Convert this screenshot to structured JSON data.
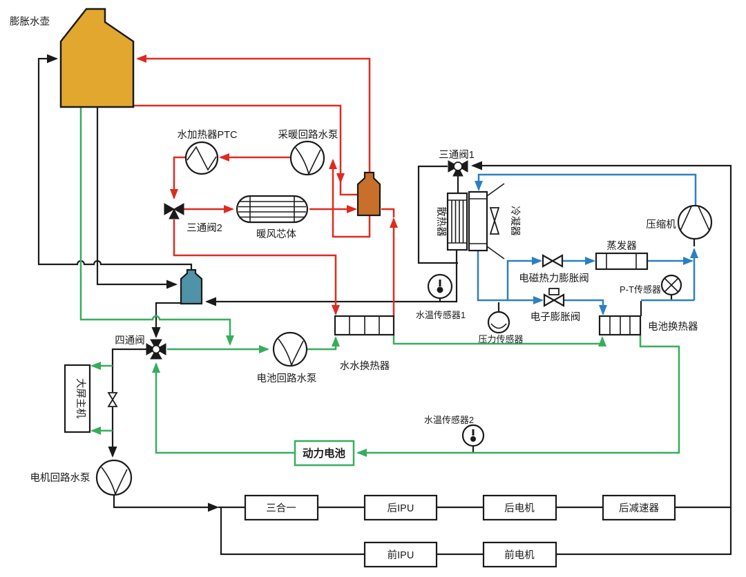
{
  "labels": {
    "expansion_tank": "膨胀水壶",
    "ptc_heater": "水加热器PTC",
    "heating_pump": "采暖回路水泵",
    "three_way_valve_2": "三通阀2",
    "heater_core": "暖风芯体",
    "three_way_valve_1": "三通阀1",
    "radiator": "散热器",
    "condenser": "冷凝器",
    "compressor": "压缩机",
    "evaporator": "蒸发器",
    "em_expansion_valve": "电磁热力膨胀阀",
    "e_expansion_valve": "电子膨胀阀",
    "pt_sensor": "P-T传感器",
    "water_temp_sensor_1": "水温传感器1",
    "pressure_sensor": "压力传感器",
    "battery_hx": "电池换热器",
    "water_water_hx": "水水换热器",
    "battery_pump": "电池回路水泵",
    "four_way_valve": "四通阀",
    "display_host": "大屏主机",
    "motor_pump": "电机回路水泵",
    "power_battery": "动力电池",
    "water_temp_sensor_2": "水温传感器2",
    "three_in_one": "三合一",
    "rear_ipu": "后IPU",
    "rear_motor": "后电机",
    "rear_reducer": "后减速器",
    "front_ipu": "前IPU",
    "front_motor": "前电机"
  },
  "colors": {
    "heating_loop": "#DF2A1F",
    "battery_loop": "#36AD5C",
    "refrigerant_loop": "#2B7FC4",
    "motor_loop": "#1A1A1A",
    "expansion_tank_fill": "#E2A72E",
    "receiver_bottle_fill": "#C8702B",
    "reservoir_fill": "#4E93A8",
    "power_battery_border": "#36AD5C"
  }
}
